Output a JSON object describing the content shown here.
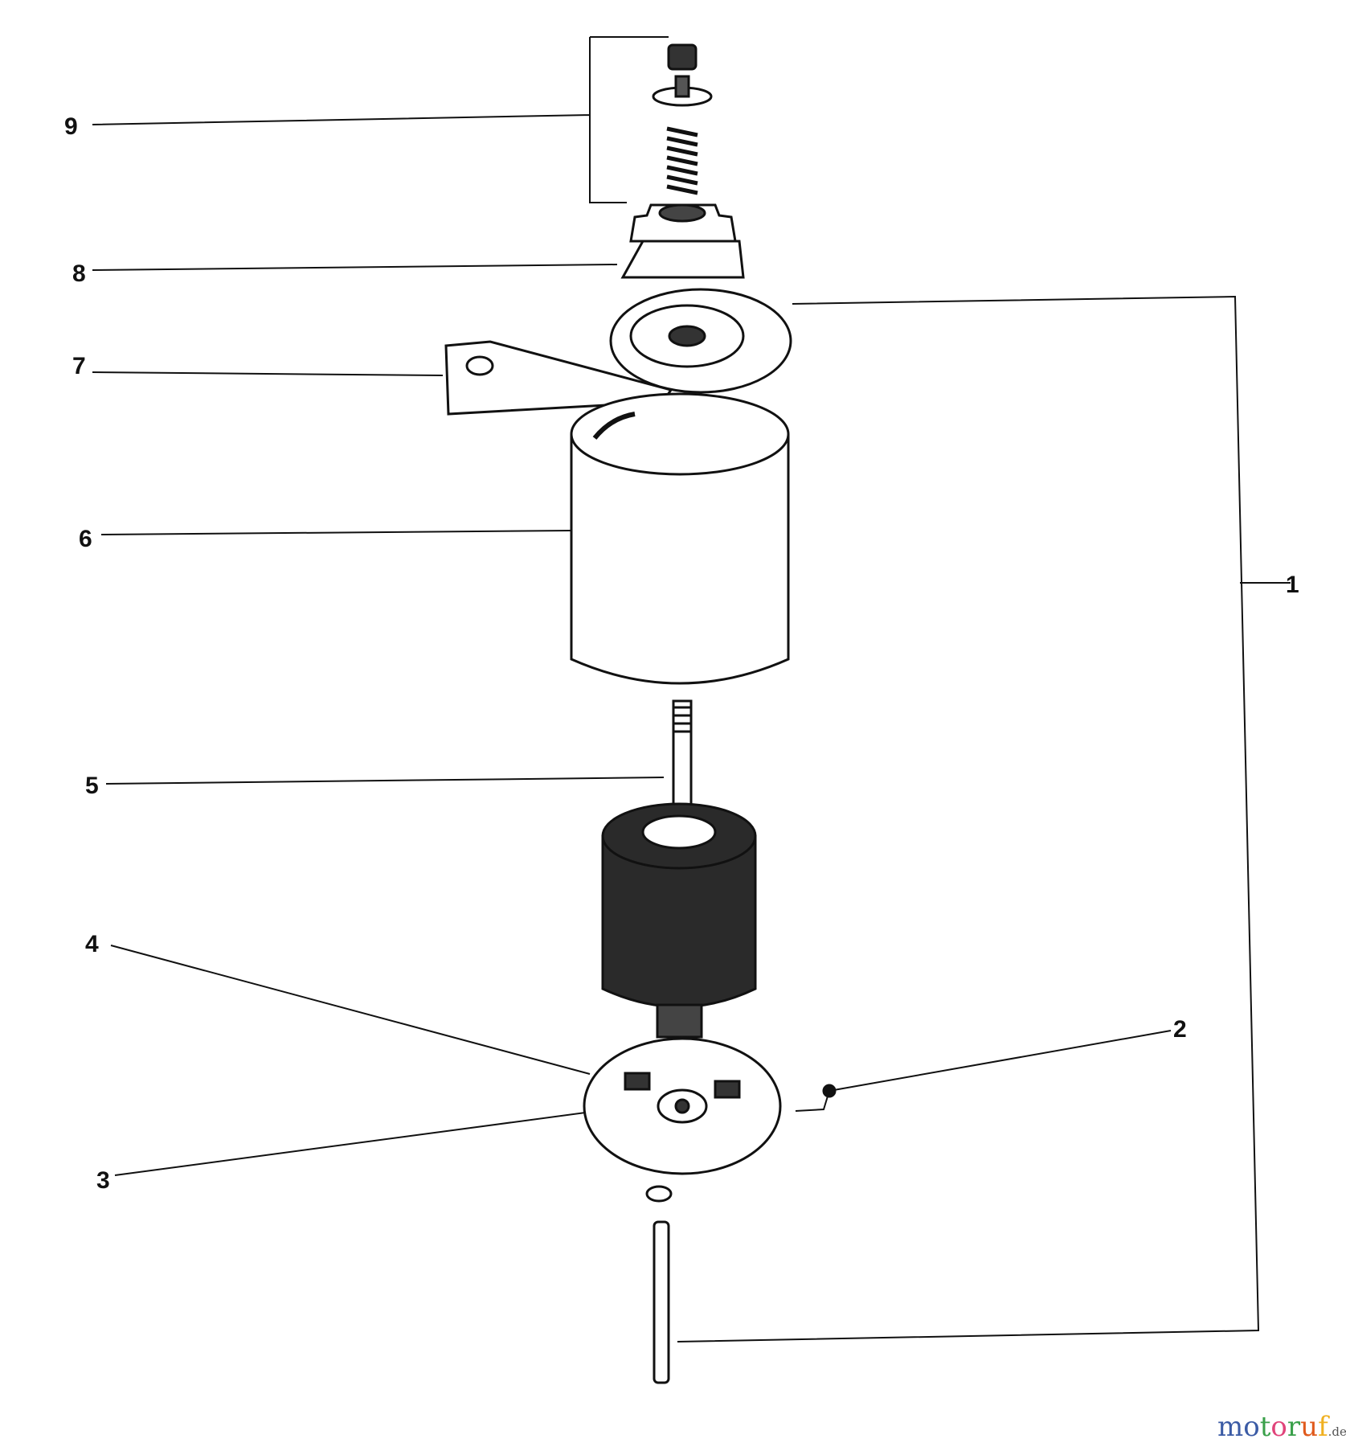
{
  "callouts": [
    "1",
    "2",
    "3",
    "4",
    "5",
    "6",
    "7",
    "8",
    "9"
  ],
  "watermark": {
    "text": "motoruf",
    "suffix": ".de",
    "colors": [
      "#3b5ba5",
      "#3b5ba5",
      "#3aa04a",
      "#e0447a",
      "#3aa04a",
      "#e05a1c",
      "#f0b020"
    ]
  }
}
